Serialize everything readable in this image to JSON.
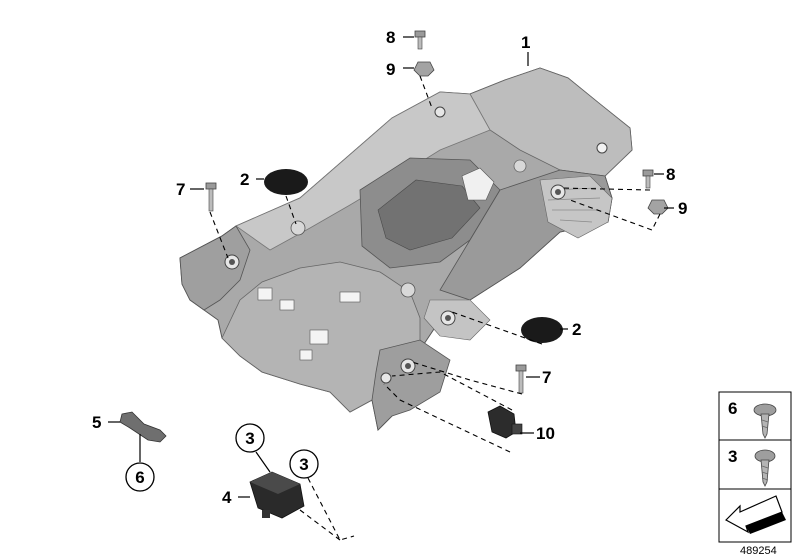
{
  "diagram": {
    "labels": {
      "p1": "1",
      "p2a": "2",
      "p2b": "2",
      "p3a": "3",
      "p3b": "3",
      "p4": "4",
      "p5": "5",
      "p6": "6",
      "p7a": "7",
      "p7b": "7",
      "p8a": "8",
      "p8b": "8",
      "p9a": "9",
      "p9b": "9",
      "p10": "10"
    },
    "legend": {
      "item_a": "6",
      "item_b": "3"
    },
    "drawing_number": "489254"
  },
  "colors": {
    "part_fill": "#a9a9a9",
    "part_dark": "#7c7c7c",
    "part_light": "#cfcfcf",
    "cap_fill": "#1a1a1a"
  }
}
